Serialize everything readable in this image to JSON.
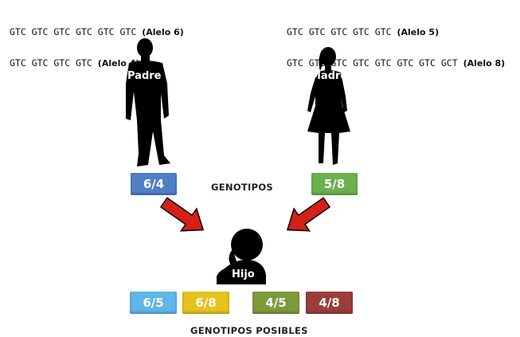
{
  "father": {
    "seq1": "GTC GTC GTC GTC GTC GTC",
    "allele1": "(Alelo 6)",
    "seq2": "GTC GTC GTC GTC",
    "allele2": "(Alelo 4)",
    "label": "Padre",
    "genotype": "6/4",
    "color": "#4f7fc4"
  },
  "mother": {
    "seq1": "GTC GTC GTC GTC GTC",
    "allele1": "(Alelo 5)",
    "seq2": "GTC GTC GTC GTC GTC GTC GTC GCT",
    "allele2": "(Alelo 8)",
    "label": "Madre",
    "genotype": "5/8",
    "color": "#6bb14f"
  },
  "genotypes_heading": "GENOTIPOS",
  "child": {
    "label": "Hijo"
  },
  "possible": {
    "heading": "GENOTIPOS POSIBLES",
    "items": [
      {
        "label": "6/5",
        "color": "#5fb6e8"
      },
      {
        "label": "6/8",
        "color": "#e6c21c"
      },
      {
        "label": "4/5",
        "color": "#7c9a3a"
      },
      {
        "label": "4/8",
        "color": "#9a3e3a"
      }
    ]
  },
  "arrow_color": "#d61f17"
}
